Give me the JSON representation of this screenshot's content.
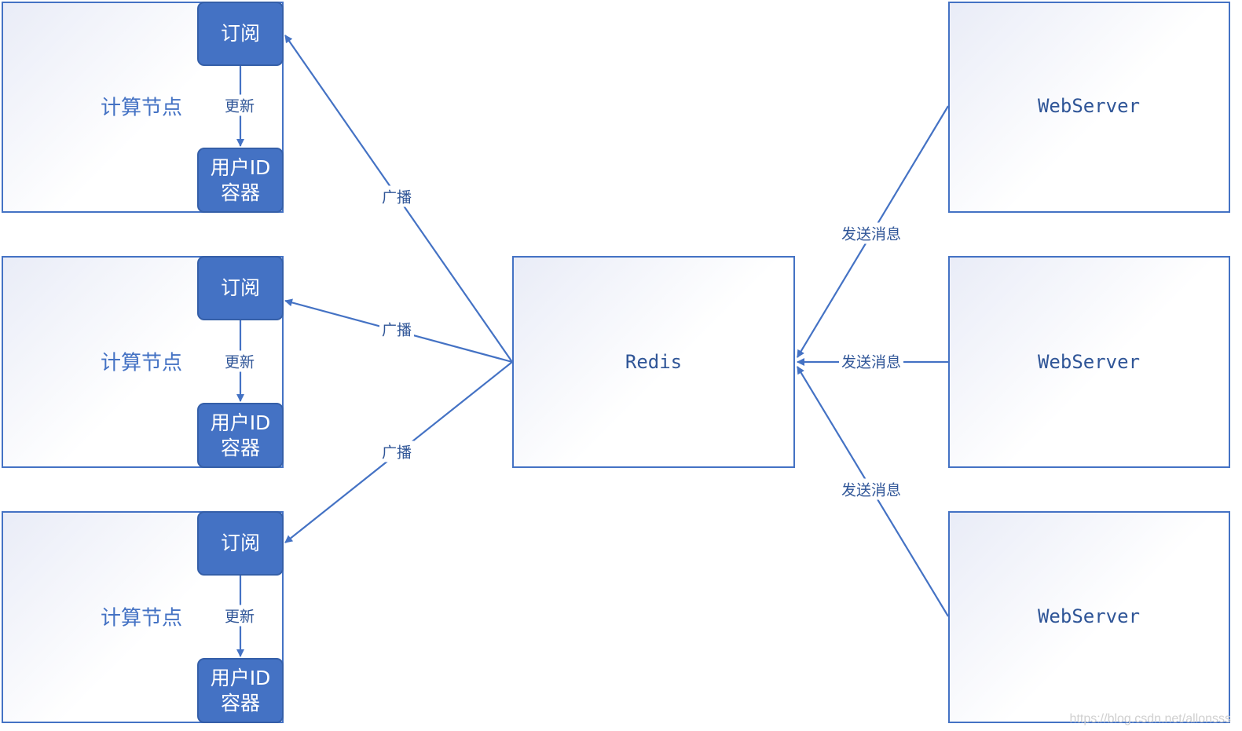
{
  "compute_nodes": [
    {
      "title": "计算节点",
      "subscribe": "订阅",
      "update": "更新",
      "container_line1": "用户ID",
      "container_line2": "容器"
    },
    {
      "title": "计算节点",
      "subscribe": "订阅",
      "update": "更新",
      "container_line1": "用户ID",
      "container_line2": "容器"
    },
    {
      "title": "计算节点",
      "subscribe": "订阅",
      "update": "更新",
      "container_line1": "用户ID",
      "container_line2": "容器"
    }
  ],
  "redis": {
    "label": "Redis"
  },
  "web_servers": [
    {
      "label": "WebServer"
    },
    {
      "label": "WebServer"
    },
    {
      "label": "WebServer"
    }
  ],
  "edges": {
    "broadcast": [
      "广播",
      "广播",
      "广播"
    ],
    "send_message": [
      "发送消息",
      "发送消息",
      "发送消息"
    ]
  },
  "watermark": "https://blog.csdn.net/allonsss",
  "colors": {
    "accent": "#4472c4",
    "line": "#4472c4",
    "pill_fill": "#4472c4"
  }
}
